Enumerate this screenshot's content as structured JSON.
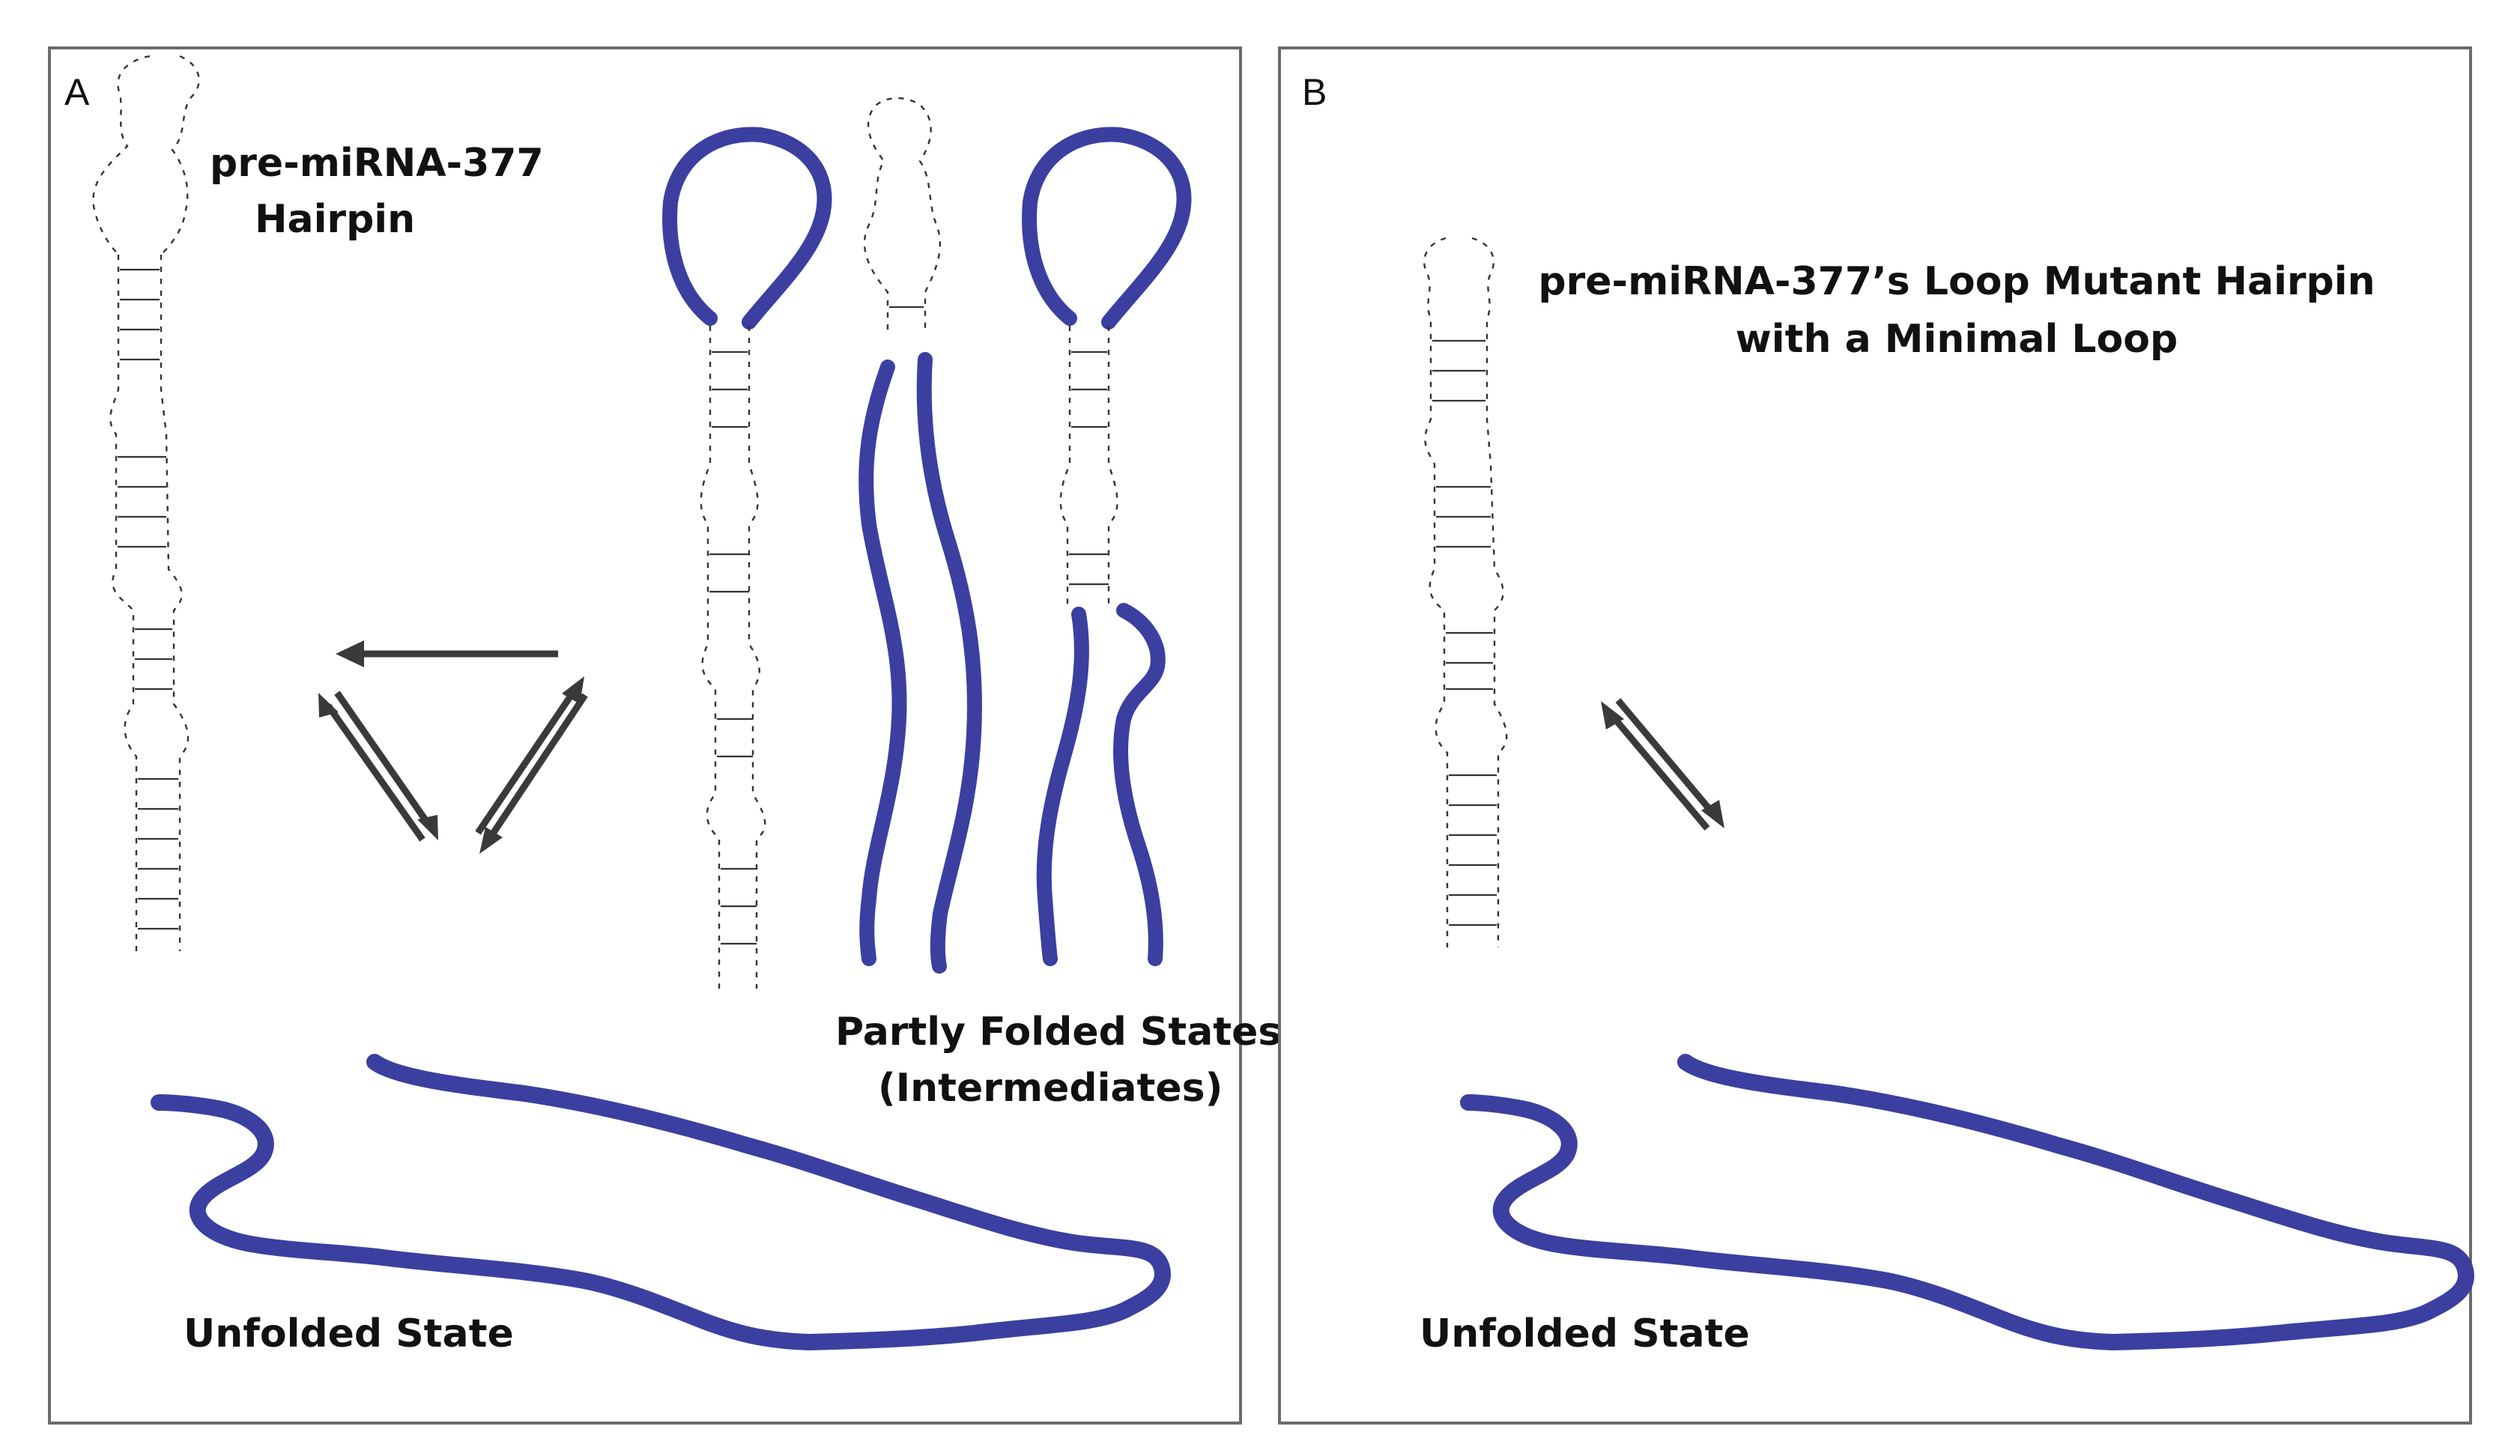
{
  "colors": {
    "chain": "#3b3fa0",
    "frame": "#6b6b6b",
    "arrow": "#3a3a3a",
    "text": "#111111"
  },
  "panel_a": {
    "letter": "A",
    "hairpin_title_line1": "pre-miRNA-377",
    "hairpin_title_line2": "Hairpin",
    "intermediates_line1": "Partly Folded States",
    "intermediates_line2": "(Intermediates)",
    "unfolded_label": "Unfolded State"
  },
  "panel_b": {
    "letter": "B",
    "hairpin_title_line1": "pre-miRNA-377’s Loop Mutant Hairpin",
    "hairpin_title_line2": "with a Minimal Loop",
    "unfolded_label": "Unfolded State"
  }
}
